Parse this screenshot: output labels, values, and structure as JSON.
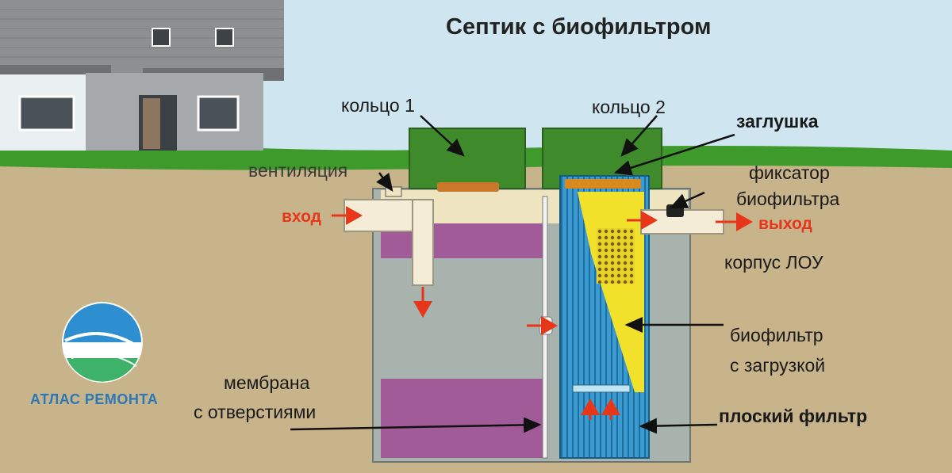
{
  "title": "Септик с биофильтром",
  "labels": {
    "ring1": "кольцо 1",
    "ring2": "кольцо 2",
    "plug": "заглушка",
    "ventilation": "вентиляция",
    "inlet": "вход",
    "outlet": "выход",
    "fixator_line1": "фиксатор",
    "fixator_line2": "биофильтра",
    "housing": "корпус ЛОУ",
    "biofilter_line1": "биофильтр",
    "biofilter_line2": "с загрузкой",
    "membrane_line1": "мембрана",
    "membrane_line2": "с отверстиями",
    "flat_filter": "плоский фильтр"
  },
  "brand": "АТЛАС РЕМОНТА",
  "colors": {
    "sky": "#cfe6f0",
    "grass": "#3e9a2a",
    "soil": "#c8b48a",
    "tank_body": "#a9b3ae",
    "purple_layer": "#a05b98",
    "lid_green": "#3f8a2a",
    "biofilter_blue": "#2e8fc4",
    "biofilter_load": "#f2e12a",
    "arrow_red": "#e8361a",
    "brand_blue": "#2a78b5"
  }
}
